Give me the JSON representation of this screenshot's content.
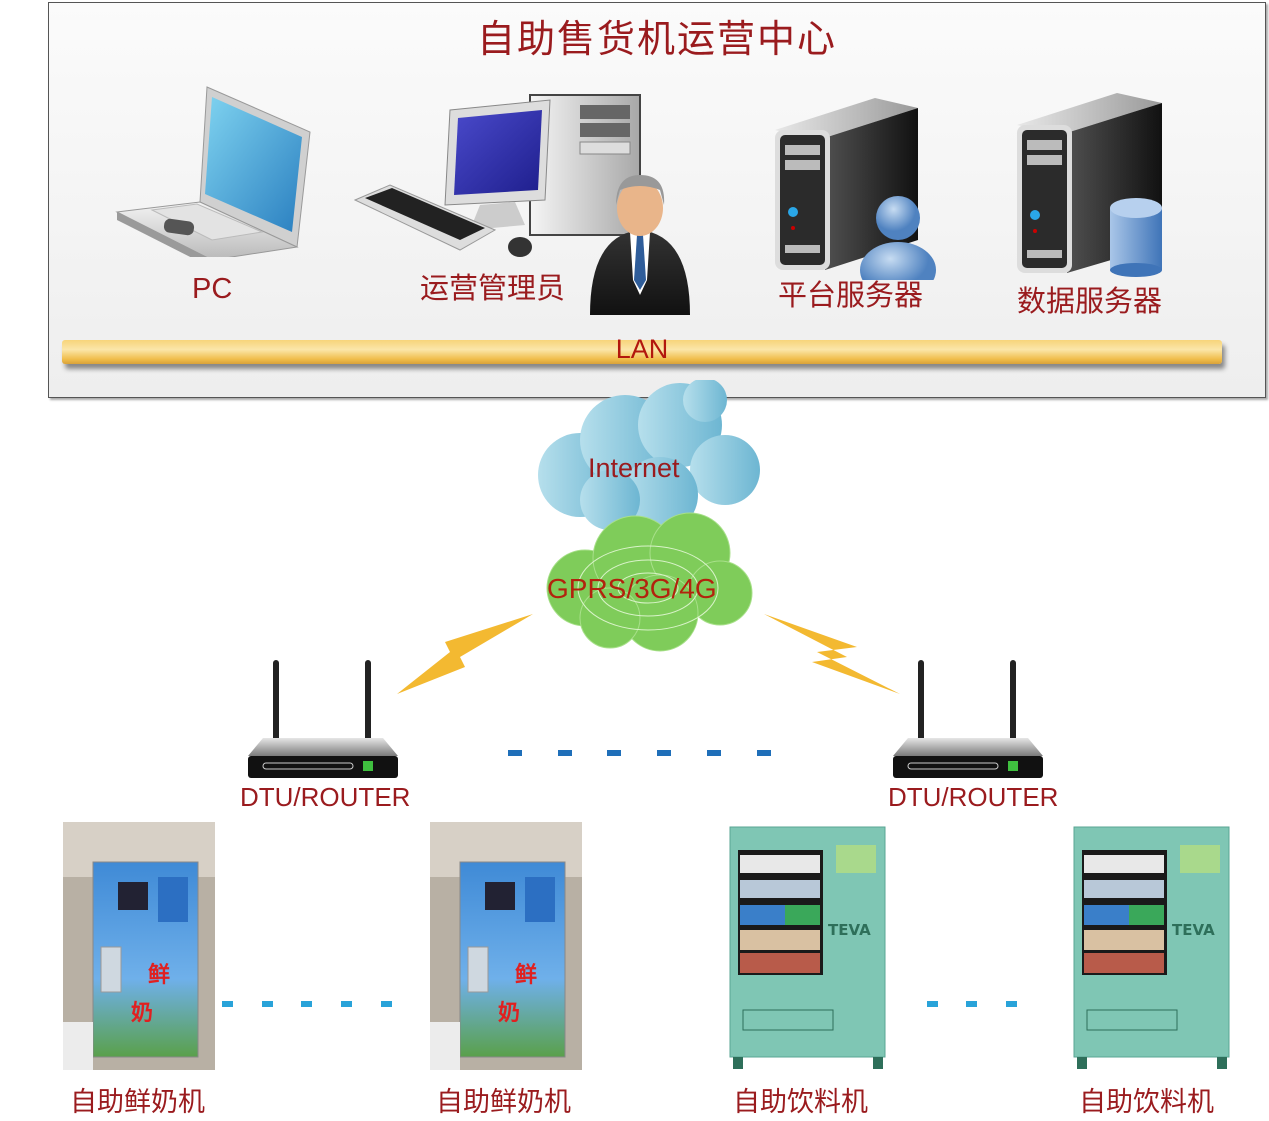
{
  "diagram": {
    "title": "自助售货机运营中心",
    "operations_center": {
      "nodes": [
        {
          "id": "pc",
          "label": "PC",
          "icon": "laptop-icon"
        },
        {
          "id": "operator",
          "label": "运营管理员",
          "icon": "desktop-computer-with-person-icon"
        },
        {
          "id": "platform-server",
          "label": "平台服务器",
          "icon": "server-user-icon"
        },
        {
          "id": "data-server",
          "label": "数据服务器",
          "icon": "server-database-icon"
        }
      ],
      "bus_label": "LAN"
    },
    "network": {
      "internet_label": "Internet",
      "mobile_label": "GPRS/3G/4G"
    },
    "routers": [
      {
        "label": "DTU/ROUTER"
      },
      {
        "label": "DTU/ROUTER"
      }
    ],
    "machines": [
      {
        "label": "自助鲜奶机",
        "type": "milk-vending-machine"
      },
      {
        "label": "自助鲜奶机",
        "type": "milk-vending-machine"
      },
      {
        "label": "自助饮料机",
        "type": "drink-vending-machine"
      },
      {
        "label": "自助饮料机",
        "type": "drink-vending-machine"
      }
    ],
    "colors": {
      "text_red": "#9a1b1e",
      "lan_gold": "#f5c85a",
      "internet_cloud": "#8ec9dc",
      "mobile_cloud": "#7fcc5a",
      "lightning": "#f3b931",
      "ellipsis_dark_blue": "#1f6fb9",
      "ellipsis_light_blue": "#29a3d9"
    }
  }
}
